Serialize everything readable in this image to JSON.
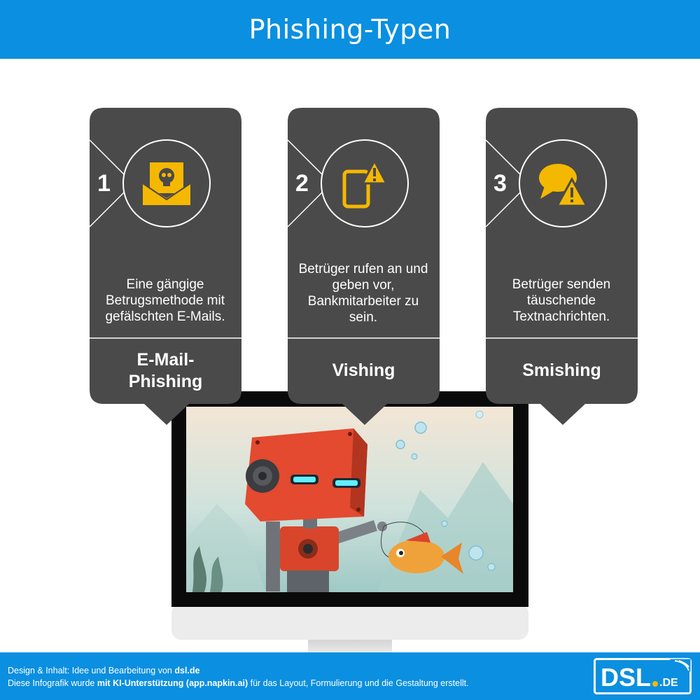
{
  "header": {
    "title": "Phishing-Typen"
  },
  "cards": [
    {
      "number": "1",
      "icon": "mail-skull-icon",
      "text": "Eine gängige Betrugsmethode mit gefälschten E-Mails.",
      "label": "E-Mail-Phishing"
    },
    {
      "number": "2",
      "icon": "phone-warning-icon",
      "text": "Betrüger rufen an und geben vor, Bankmitarbeiter zu sein.",
      "label": "Vishing"
    },
    {
      "number": "3",
      "icon": "chat-warning-icon",
      "text": "Betrüger senden täuschende Textnachrichten.",
      "label": "Smishing"
    }
  ],
  "colors": {
    "header_bg": "#0b8fe0",
    "card_bg": "#4a4a4a",
    "icon": "#f5b800",
    "robot": "#e34a2f"
  },
  "footer": {
    "line1_prefix": "Design & Inhalt: Idee und Bearbeitung von ",
    "line1_bold": "dsl.de",
    "line2_prefix": "Diese Infografik wurde ",
    "line2_bold": "mit KI-Unterstützung (app.napkin.ai)",
    "line2_suffix": " für das Layout, Formulierung und die Gestaltung erstellt.",
    "logo_text": "DSL",
    "logo_suffix": ".DE"
  }
}
